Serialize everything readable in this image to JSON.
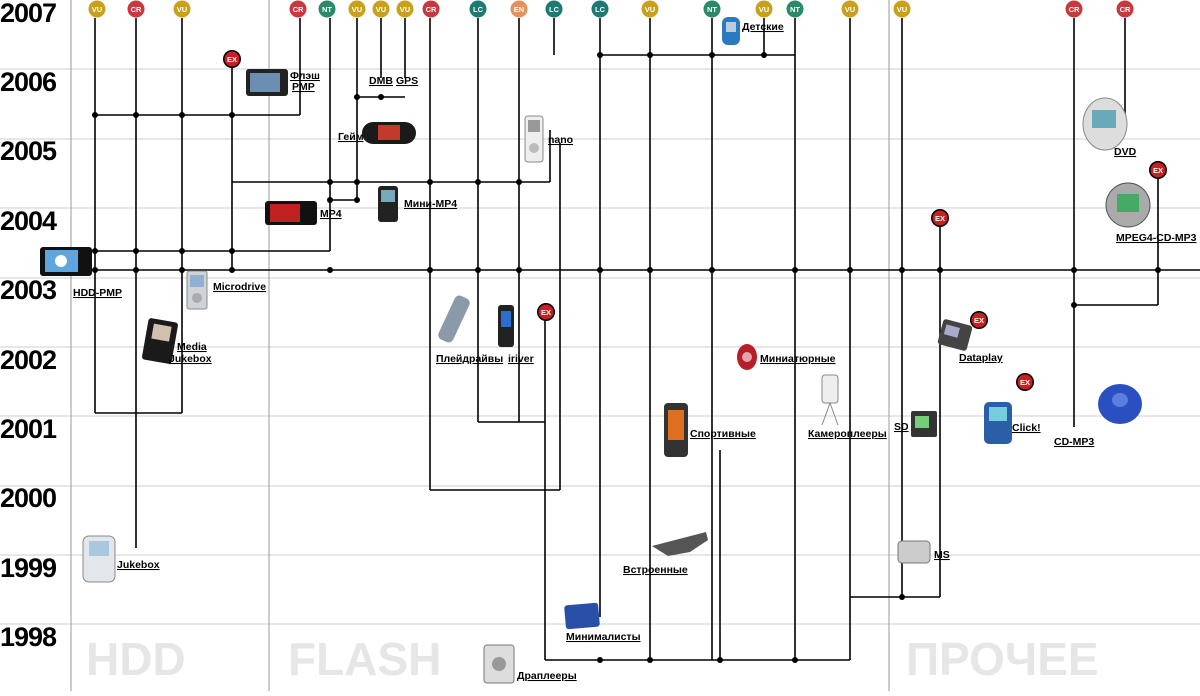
{
  "years": [
    "2007",
    "2006",
    "2005",
    "2004",
    "2003",
    "2002",
    "2001",
    "2000",
    "1999",
    "1998"
  ],
  "sections": [
    {
      "id": "hdd",
      "title": "HDD"
    },
    {
      "id": "flash",
      "title": "FLASH"
    },
    {
      "id": "other",
      "title": "ПРОЧЕЕ"
    }
  ],
  "top_badges": [
    "VU",
    "CR",
    "VU",
    "CR",
    "NT",
    "VU",
    "VU",
    "VU",
    "CR",
    "LC",
    "EN",
    "LC",
    "LC",
    "VU",
    "NT",
    "VU",
    "NT",
    "VU",
    "VU",
    "CR",
    "CR"
  ],
  "ex_badge": "EX",
  "labels": {
    "hdd_pmp": "HDD-PMP",
    "microdrive": "Microdrive",
    "media": "Media",
    "jukebox_small": "Jukebox",
    "jukebox": "Jukebox",
    "flash_pmp_1": "Флэш",
    "flash_pmp_2": "PMP",
    "dmb": "DMB",
    "gps": "GPS",
    "game": "Гейм",
    "mp4": "MP4",
    "mini_mp4": "Мини-MP4",
    "nano": "nano",
    "playdrives": "Плейдрайвы",
    "iriver": "iriver",
    "sport": "Спортивные",
    "builtin": "Встроенные",
    "minimal": "Минималисты",
    "drapers": "Драплееры",
    "kids": "Детские",
    "mini": "Миниатюрные",
    "camera": "Камероплееры",
    "sd": "SD",
    "ms": "MS",
    "dataplay": "Dataplay",
    "click": "Click!",
    "cdmp3": "CD-MP3",
    "dvd": "DVD",
    "mpeg4cd": "MPEG4-CD-MP3"
  },
  "colors": {
    "VU": "#c9a01b",
    "CR": "#c8393d",
    "NT": "#2a8a6a",
    "LC": "#1c7a72",
    "EN": "#e8905a",
    "EX": "#c81e24"
  }
}
